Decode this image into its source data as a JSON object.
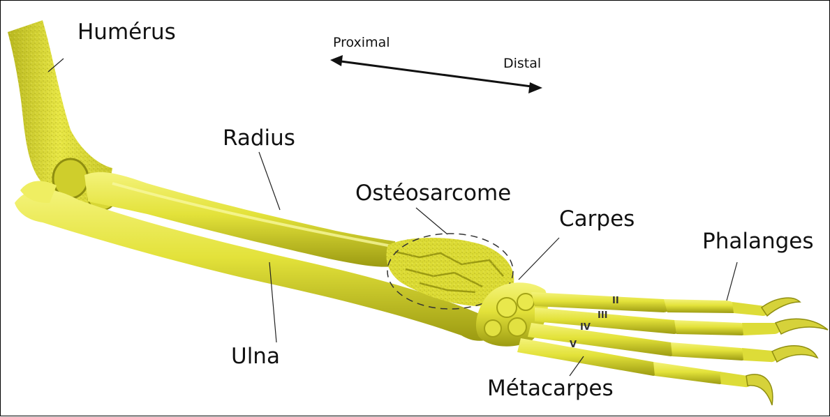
{
  "labels": {
    "humerus": "Humérus",
    "radius": "Radius",
    "ulna": "Ulna",
    "osteosarcome": "Ostéosarcome",
    "carpes": "Carpes",
    "phalanges": "Phalanges",
    "metacarpes": "Métacarpes"
  },
  "direction": {
    "proximal": "Proximal",
    "distal": "Distal"
  },
  "digits": [
    "II",
    "III",
    "IV",
    "V"
  ],
  "colors": {
    "bone": "#e3e23a",
    "bone_shadow": "#a9a81a",
    "bone_highlight": "#f6f58a",
    "claw": "#d6d23a",
    "line": "#222222"
  }
}
